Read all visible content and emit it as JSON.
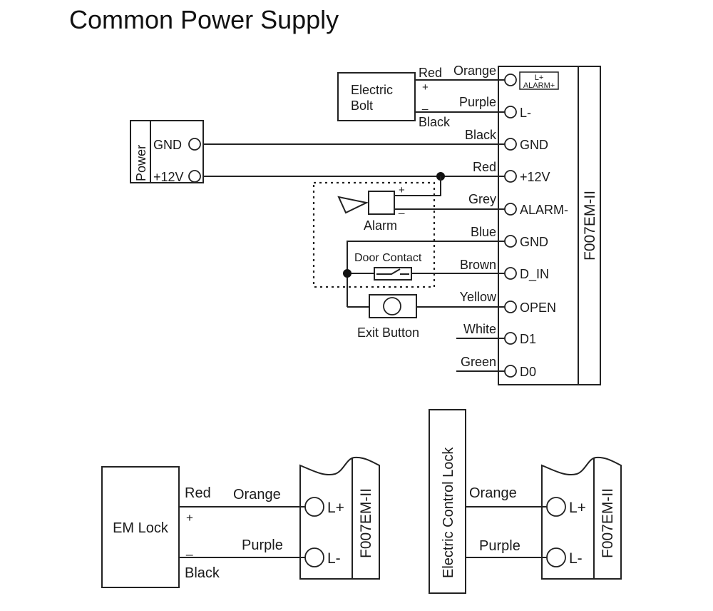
{
  "title": "Common Power Supply",
  "main_diagram": {
    "controller": {
      "name": "F007EM-II",
      "terminals": [
        {
          "pin": "L+ / ALARM+",
          "pin_line1": "L+",
          "pin_line2": "ALARM+",
          "wire": "Orange"
        },
        {
          "pin": "L-",
          "wire": "Purple"
        },
        {
          "pin": "GND",
          "wire": "Black"
        },
        {
          "pin": "+12V",
          "wire": "Red"
        },
        {
          "pin": "ALARM-",
          "wire": "Grey"
        },
        {
          "pin": "GND",
          "wire": "Blue"
        },
        {
          "pin": "D_IN",
          "wire": "Brown"
        },
        {
          "pin": "OPEN",
          "wire": "Yellow"
        },
        {
          "pin": "D1",
          "wire": "White"
        },
        {
          "pin": "D0",
          "wire": "Green"
        }
      ]
    },
    "electric_bolt": {
      "label_line1": "Electric",
      "label_line2": "Bolt",
      "plus_wire": "Red",
      "minus_wire": "Black",
      "plus_sign": "+",
      "minus_sign": "_"
    },
    "power": {
      "label": "Power",
      "terminals": [
        "GND",
        "+12V"
      ]
    },
    "alarm": {
      "label": "Alarm",
      "plus_sign": "+",
      "minus_sign": "_"
    },
    "door_contact": {
      "label": "Door Contact"
    },
    "exit_button": {
      "label": "Exit Button"
    }
  },
  "em_lock_diagram": {
    "device_label": "EM Lock",
    "plus_wire_device": "Red",
    "plus_wire_controller": "Orange",
    "minus_wire_device": "Black",
    "minus_wire_controller": "Purple",
    "plus_sign": "+",
    "minus_sign": "_",
    "controller_name": "F007EM-II",
    "pins": [
      "L+",
      "L-"
    ]
  },
  "electric_control_lock_diagram": {
    "device_label": "Electric Control Lock",
    "plus_wire": "Orange",
    "minus_wire": "Purple",
    "controller_name": "F007EM-II",
    "pins": [
      "L+",
      "L-"
    ]
  }
}
